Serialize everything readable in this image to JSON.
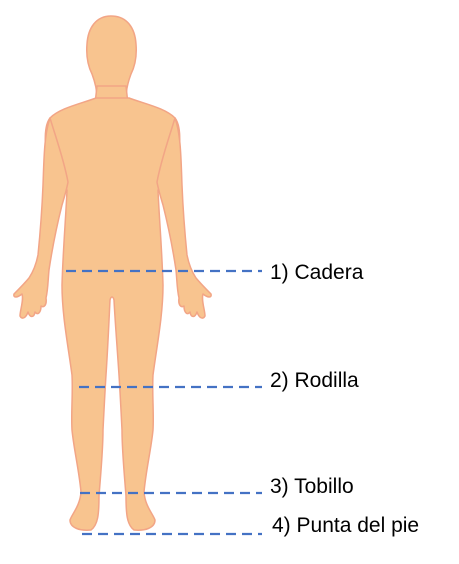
{
  "labels": [
    {
      "id": "hip",
      "text": "1) Cadera"
    },
    {
      "id": "knee",
      "text": "2) Rodilla"
    },
    {
      "id": "ankle",
      "text": "3) Tobillo"
    },
    {
      "id": "toe",
      "text": "4) Punta del pie"
    }
  ],
  "colors": {
    "skin": "#f8c48f",
    "outline": "#f2a586",
    "dash": "#4472c4",
    "text": "#000000",
    "background": "#ffffff"
  }
}
